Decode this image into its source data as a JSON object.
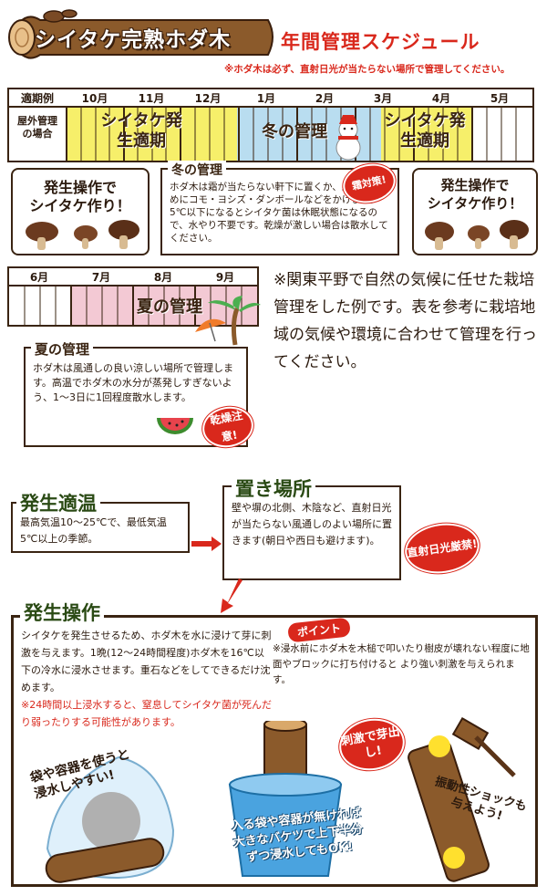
{
  "header": {
    "title": "シイタケ完熟ホダ木",
    "subtitle": "年間管理スケジュール",
    "note": "※ホダ木は必ず、直射日光が当たらない場所で管理してください。"
  },
  "schedule1": {
    "corner_label": "適期例",
    "months": [
      "10月",
      "11月",
      "12月",
      "1月",
      "2月",
      "3月",
      "4月",
      "5月"
    ],
    "row_label": "屋外管理の場合",
    "spring_label": "シイタケ発生適期",
    "winter_label": "冬の管理",
    "autumn_label": "シイタケ発生適期"
  },
  "bubble_left": {
    "title": "発生操作で",
    "title2": "シイタケ作り！"
  },
  "winter_box": {
    "heading": "冬の管理",
    "text": "ホダ木は霜が当たらない軒下に置くか、霜よけのためにコモ・ヨシズ・ダンボールなどをかけます。5℃以下になるとシイタケ菌は休眠状態になるので、水やり不要です。乾燥が激しい場合は散水してください。",
    "badge": "霜対策!"
  },
  "bubble_right": {
    "title": "発生操作で",
    "title2": "シイタケ作り！"
  },
  "schedule2": {
    "months": [
      "6月",
      "7月",
      "8月",
      "9月"
    ],
    "summer_label": "夏の管理"
  },
  "note_right": "※関東平野で自然の気候に任せた栽培管理をした例です。表を参考に栽培地域の気候や環境に合わせて管理を行ってください。",
  "summer_box": {
    "heading": "夏の管理",
    "text": "ホダ木は風通しの良い涼しい場所で管理します。高温でホダ木の水分が蒸発しすぎないよう、1～3日に1回程度散水します。",
    "badge": "乾燥注意!"
  },
  "temp_box": {
    "heading": "発生適温",
    "text": "最高気温10～25℃で、最低気温5℃以上の季節。"
  },
  "place_box": {
    "heading": "置き場所",
    "text": "壁や塀の北側、木陰など、直射日光が当たらない風通しのよい場所に置きます(朝日や西日も避けます)。",
    "badge": "直射日光厳禁!"
  },
  "operation_box": {
    "heading": "発生操作",
    "text": "シイタケを発生させるため、ホダ木を水に浸けて芽に刺激を与えます。1晩(12～24時間程度)ホダ木を16℃以下の冷水に浸水させます。重石などをしてできるだけ沈めます。",
    "warning": "※24時間以上浸水すると、窒息してシイタケ菌が死んだり弱ったりする可能性があります。",
    "point_label": "ポイント",
    "point_text": "※浸水前にホダ木を木槌で叩いたり樹皮が壊れない程度に地面やブロックに打ち付けると より強い刺激を与えられます。",
    "stim_badge": "刺激で芽出し!",
    "bag_caption": "袋や容器を使うと浸水しやすい!",
    "bucket_caption": "入る袋や容器が無ければ大きなバケツで上下半分ずつ浸水してもOK!",
    "hammer_caption": "振動性ショックも与えよう!"
  },
  "colors": {
    "yellow": "#f6ef6a",
    "blue": "#b9ddf0",
    "pink": "#f3c9d4",
    "red": "#d9281c",
    "brown": "#3a2412"
  }
}
